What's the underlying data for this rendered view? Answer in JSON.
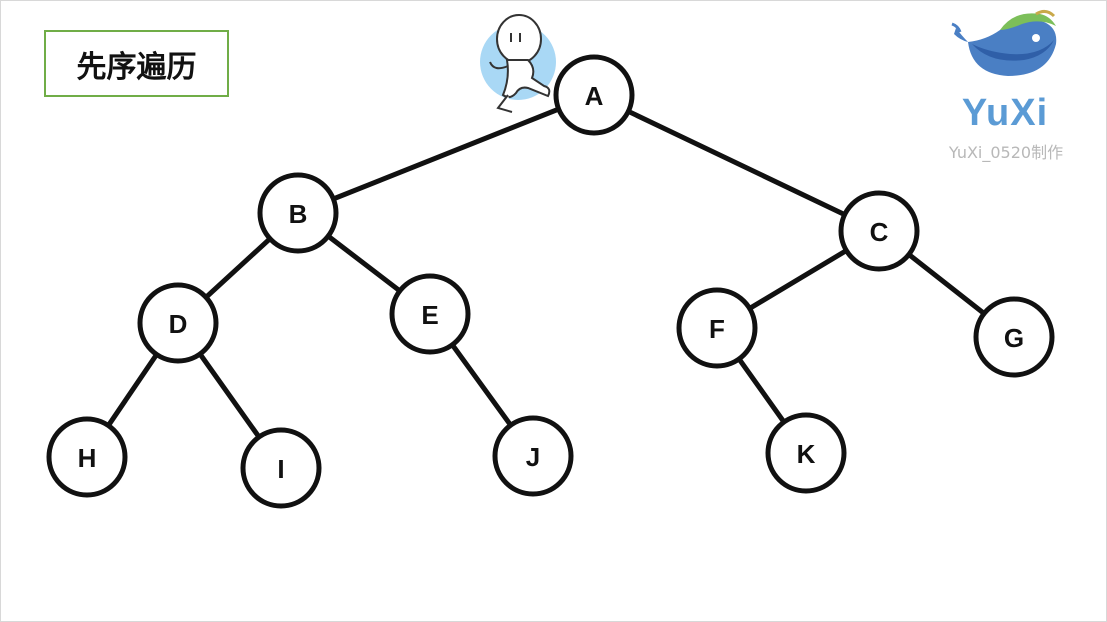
{
  "title": "先序遍历",
  "logo": {
    "name": "YuXi",
    "credit": "YuXi_0520制作"
  },
  "tree": {
    "nodes": [
      "A",
      "B",
      "C",
      "D",
      "E",
      "F",
      "G",
      "H",
      "I",
      "J",
      "K"
    ],
    "edges": [
      [
        "A",
        "B"
      ],
      [
        "A",
        "C"
      ],
      [
        "B",
        "D"
      ],
      [
        "B",
        "E"
      ],
      [
        "C",
        "F"
      ],
      [
        "C",
        "G"
      ],
      [
        "D",
        "H"
      ],
      [
        "D",
        "I"
      ],
      [
        "E",
        "J"
      ],
      [
        "F",
        "K"
      ]
    ]
  },
  "colors": {
    "title_border": "#70ad47",
    "logo_text": "#5b9bd5",
    "mascot_bg": "#a9d8f5"
  },
  "icons": {
    "mascot": "walking-figure-icon",
    "logo": "whale-logo-icon"
  }
}
